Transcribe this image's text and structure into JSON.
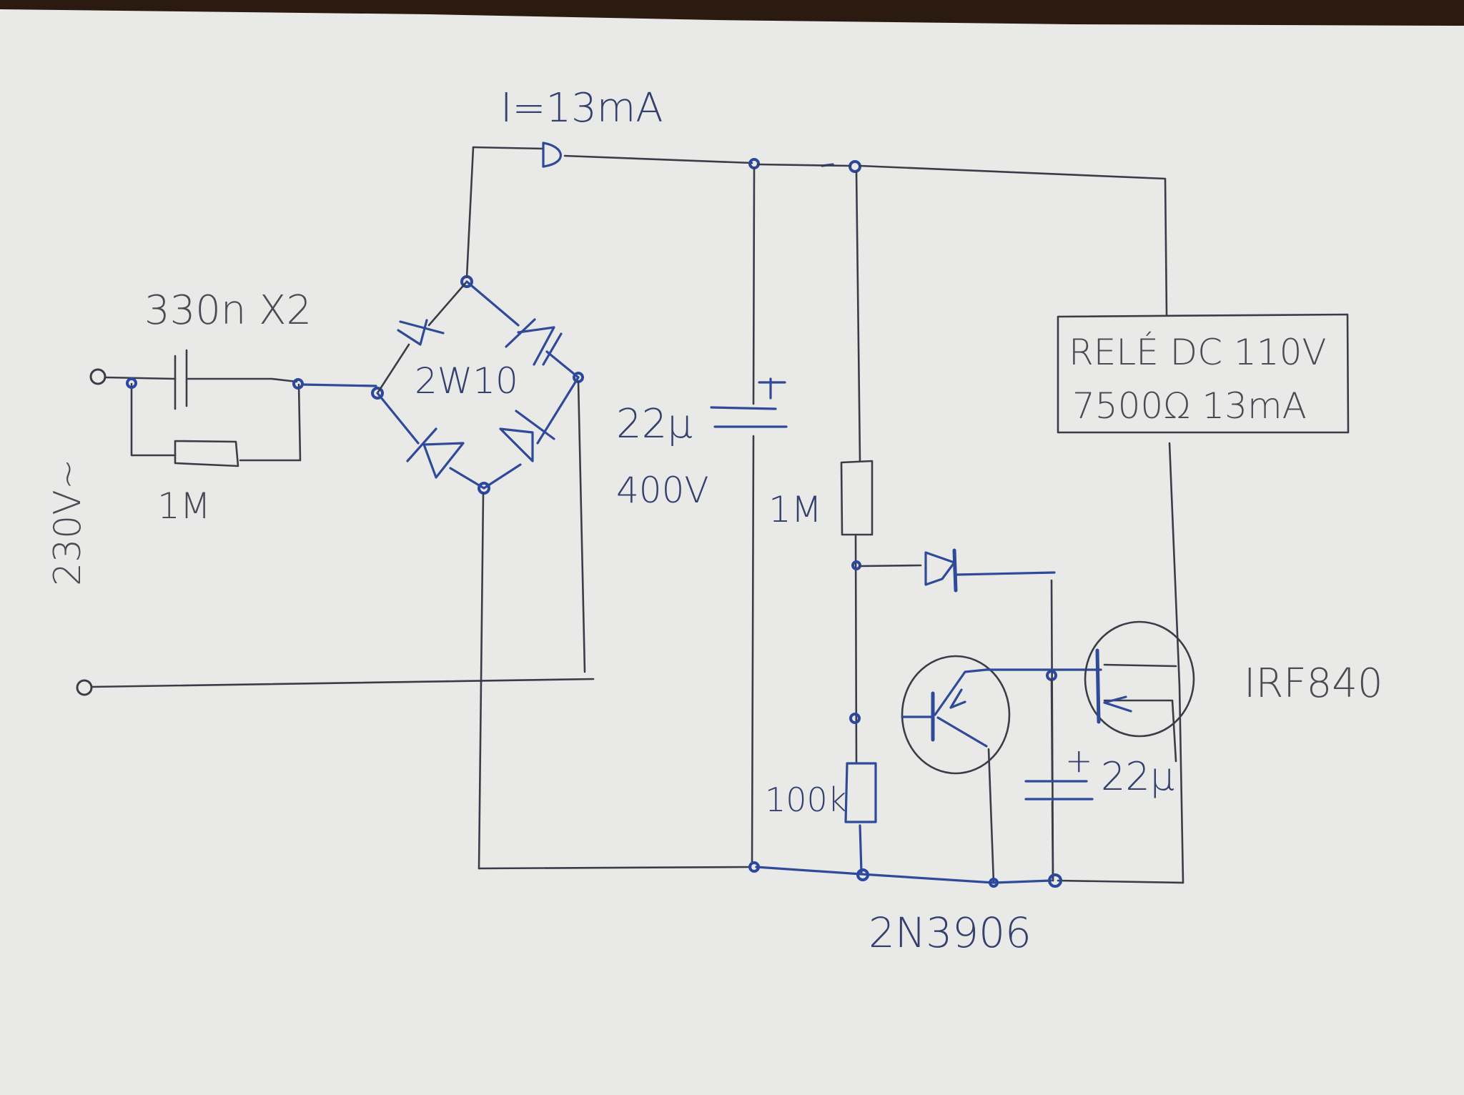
{
  "diagram": {
    "type": "hand-drawn circuit schematic",
    "ink_colors": {
      "blue_pen": "#2f4a9a",
      "grey_pencil": "#3a3d48",
      "paper": "#e9e9e7"
    },
    "labels": {
      "current": "I=13mA",
      "input_cap": "330n  X2",
      "input_res": "1M",
      "mains": "230V~",
      "bridge": "2W10",
      "filter_cap_value": "22µ",
      "filter_cap_voltage": "400V",
      "filter_cap_plus": "+",
      "divider_top_res": "1M",
      "divider_bottom_res": "100k",
      "relay_line1": "RELÉ DC 110V",
      "relay_line2": "7500Ω   13mA",
      "mosfet": "IRF840",
      "timing_cap_plus": "+",
      "timing_cap": "22µ",
      "bjt": "2N3906"
    },
    "components": [
      {
        "id": "C1",
        "kind": "capacitor",
        "value": "330n X2"
      },
      {
        "id": "R1",
        "kind": "resistor",
        "value": "1M",
        "note": "parallel to C1"
      },
      {
        "id": "BR1",
        "kind": "bridge rectifier",
        "value": "2W10"
      },
      {
        "id": "D1",
        "kind": "diode",
        "note": "series on positive rail"
      },
      {
        "id": "C2",
        "kind": "electrolytic capacitor",
        "value": "22µ 400V"
      },
      {
        "id": "R2",
        "kind": "resistor",
        "value": "1M"
      },
      {
        "id": "R3",
        "kind": "resistor",
        "value": "100k"
      },
      {
        "id": "D2",
        "kind": "diode"
      },
      {
        "id": "Q1",
        "kind": "PNP transistor",
        "value": "2N3906"
      },
      {
        "id": "Q2",
        "kind": "N-MOSFET",
        "value": "IRF840"
      },
      {
        "id": "C3",
        "kind": "electrolytic capacitor",
        "value": "22µ"
      },
      {
        "id": "K1",
        "kind": "relay",
        "value": "DC 110V 7500Ω 13mA"
      }
    ]
  }
}
